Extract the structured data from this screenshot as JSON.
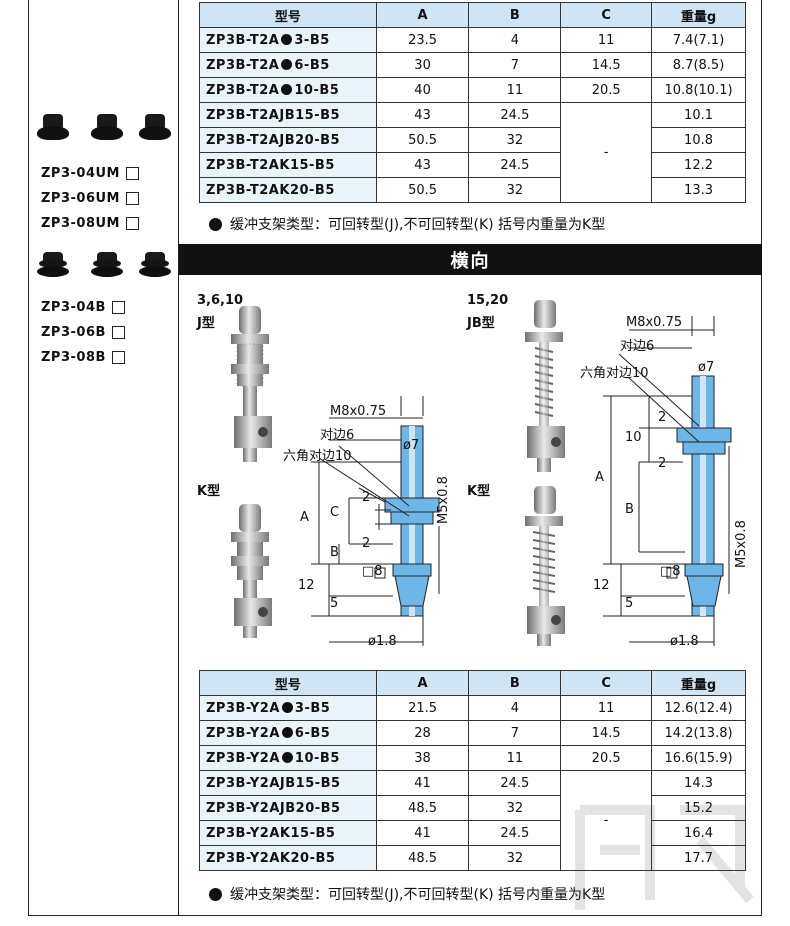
{
  "left": {
    "groups": [
      {
        "labels": [
          "ZP3-04UM",
          "ZP3-06UM",
          "ZP3-08UM"
        ]
      },
      {
        "labels": [
          "ZP3-04B",
          "ZP3-06B",
          "ZP3-08B"
        ]
      }
    ]
  },
  "table_top": {
    "headers": [
      "型号",
      "A",
      "B",
      "C",
      "重量g"
    ],
    "rows": [
      {
        "pre": "ZP3B-T2A",
        "post": "3-B5",
        "a": "23.5",
        "b": "4",
        "c": "11",
        "w": "7.4(7.1)"
      },
      {
        "pre": "ZP3B-T2A",
        "post": "6-B5",
        "a": "30",
        "b": "7",
        "c": "14.5",
        "w": "8.7(8.5)"
      },
      {
        "pre": "ZP3B-T2A",
        "post": "10-B5",
        "a": "40",
        "b": "11",
        "c": "20.5",
        "w": "10.8(10.1)"
      },
      {
        "model": "ZP3B-T2AJB15-B5",
        "a": "43",
        "b": "24.5",
        "w": "10.1"
      },
      {
        "model": "ZP3B-T2AJB20-B5",
        "a": "50.5",
        "b": "32",
        "w": "10.8"
      },
      {
        "model": "ZP3B-T2AK15-B5",
        "a": "43",
        "b": "24.5",
        "w": "12.2"
      },
      {
        "model": "ZP3B-T2AK20-B5",
        "a": "50.5",
        "b": "32",
        "w": "13.3"
      }
    ],
    "c_merged": "-"
  },
  "note_text": "缓冲支架类型：可回转型(J),不可回转型(K)   括号内重量为K型",
  "section_title": "横向",
  "diagram": {
    "left_sizes": "3,6,10",
    "left_j": "J型",
    "left_k": "K型",
    "right_sizes": "15,20",
    "right_jb": "JB型",
    "right_k": "K型",
    "thread": "M8x0.75",
    "flats": "对边6",
    "hex": "六角对边10",
    "dia7": "ø7",
    "dia18": "ø1.8",
    "sq8": "□8",
    "m5": "M5x0.8",
    "dims": {
      "a": "A",
      "b": "B",
      "c": "C",
      "two": "2",
      "twelve": "12",
      "five": "5",
      "ten": "10"
    }
  },
  "table_bottom": {
    "headers": [
      "型号",
      "A",
      "B",
      "C",
      "重量g"
    ],
    "rows": [
      {
        "pre": "ZP3B-Y2A",
        "post": "3-B5",
        "a": "21.5",
        "b": "4",
        "c": "11",
        "w": "12.6(12.4)"
      },
      {
        "pre": "ZP3B-Y2A",
        "post": "6-B5",
        "a": "28",
        "b": "7",
        "c": "14.5",
        "w": "14.2(13.8)"
      },
      {
        "pre": "ZP3B-Y2A",
        "post": "10-B5",
        "a": "38",
        "b": "11",
        "c": "20.5",
        "w": "16.6(15.9)"
      },
      {
        "model": "ZP3B-Y2AJB15-B5",
        "a": "41",
        "b": "24.5",
        "w": "14.3"
      },
      {
        "model": "ZP3B-Y2AJB20-B5",
        "a": "48.5",
        "b": "32",
        "w": "15.2"
      },
      {
        "model": "ZP3B-Y2AK15-B5",
        "a": "41",
        "b": "24.5",
        "w": "16.4"
      },
      {
        "model": "ZP3B-Y2AK20-B5",
        "a": "48.5",
        "b": "32",
        "w": "17.7"
      }
    ],
    "c_merged": "-"
  },
  "colors": {
    "header": "#cfe5f5",
    "model_cell": "#eaf4fb",
    "part_blue": "#6fb6e8"
  }
}
